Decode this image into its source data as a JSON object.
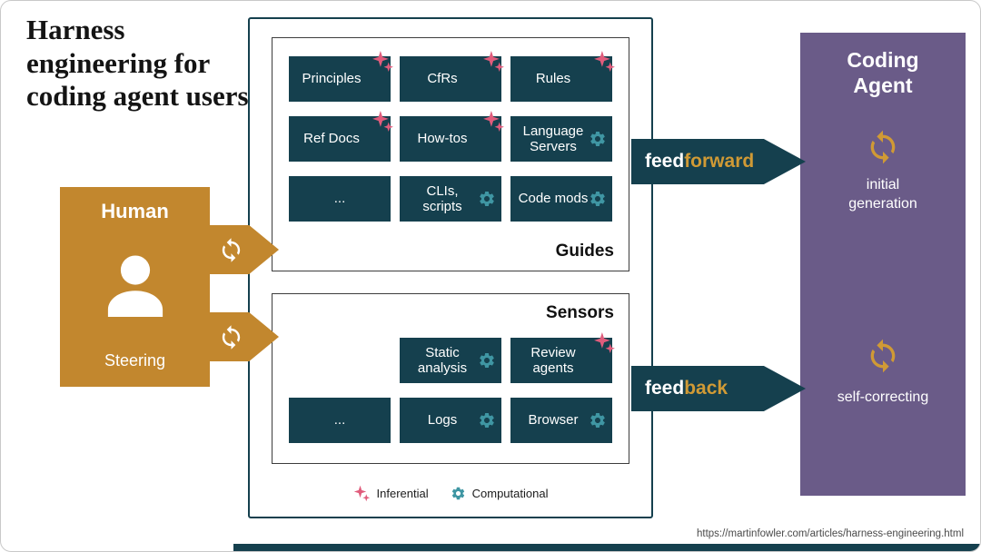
{
  "title": "Harness engineering for coding agent users",
  "human": {
    "title": "Human",
    "caption": "Steering"
  },
  "center": {
    "guides": {
      "label": "Guides",
      "tiles": [
        {
          "label": "Principles",
          "icon": "sparkle"
        },
        {
          "label": "CfRs",
          "icon": "sparkle"
        },
        {
          "label": "Rules",
          "icon": "sparkle"
        },
        {
          "label": "Ref Docs",
          "icon": "sparkle"
        },
        {
          "label": "How-tos",
          "icon": "sparkle"
        },
        {
          "label": "Language Servers",
          "icon": "gear"
        },
        {
          "label": "...",
          "icon": "none"
        },
        {
          "label": "CLIs, scripts",
          "icon": "gear"
        },
        {
          "label": "Code mods",
          "icon": "gear"
        }
      ]
    },
    "sensors": {
      "label": "Sensors",
      "tiles": [
        {
          "label": "Static analysis",
          "icon": "gear"
        },
        {
          "label": "Review agents",
          "icon": "sparkle"
        },
        {
          "label": "...",
          "icon": "none"
        },
        {
          "label": "Logs",
          "icon": "gear"
        },
        {
          "label": "Browser",
          "icon": "gear"
        }
      ]
    },
    "legend": [
      {
        "label": "Inferential",
        "icon": "sparkle"
      },
      {
        "label": "Computational",
        "icon": "gear"
      }
    ]
  },
  "arrows": {
    "feedforward": {
      "white": "feed",
      "gold": "forward"
    },
    "feedback": {
      "white": "feed",
      "gold": "back"
    }
  },
  "agent": {
    "title": "Coding Agent",
    "labels": [
      "initial generation",
      "self-correcting"
    ]
  },
  "footer_url": "https://martinfowler.com/articles/harness-engineering.html",
  "colors": {
    "gold": "#C2872E",
    "gold_text": "#D09A35",
    "dark_teal": "#15404E",
    "purple": "#6A5B88",
    "pink": "#E05C7C",
    "teal": "#3F96A3"
  }
}
